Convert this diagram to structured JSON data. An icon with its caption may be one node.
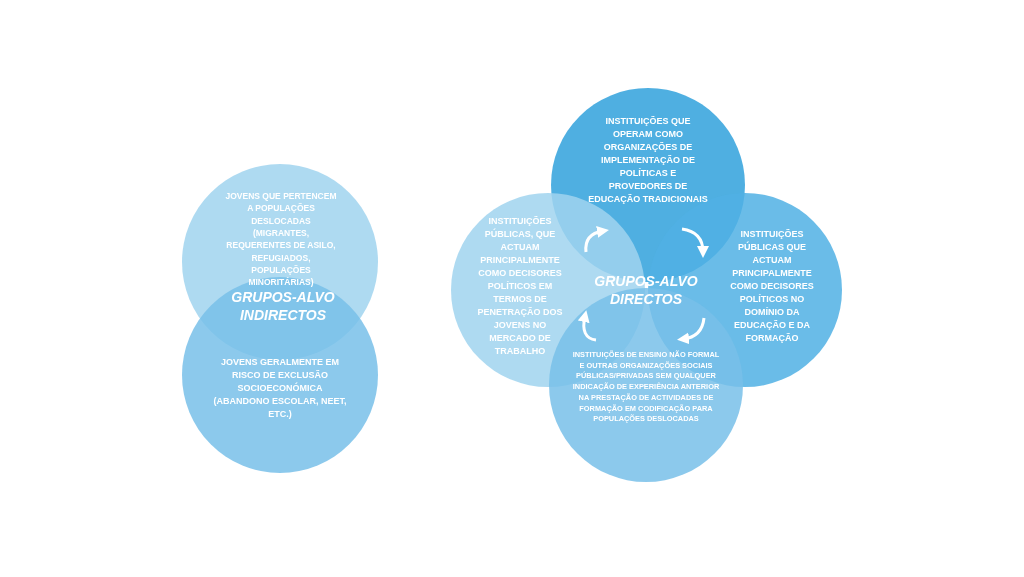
{
  "diagram": {
    "nodes": [
      {
        "text": [
          "JOVENS QUE PERTENCEM A POPULAÇÕES DESLOCADAS (MIGRANTES, REQUERENTES DE ASILO, REFUGIADOS, POPULAÇÕES MINORITÁRIAS)"
        ]
      },
      {
        "text": [
          "JOVENS GERALMENTE EM RISCO DE EXCLUSÃO SOCIOECONÓMICA (ABANDONO ESCOLAR, NEET, ETC.)"
        ]
      },
      {
        "text": [
          "INSTITUIÇÕES QUE OPERAM COMO ORGANIZAÇÕES DE IMPLEMENTAÇÃO DE POLÍTICAS E PROVEDORES DE EDUCAÇÃO TRADICIONAIS"
        ]
      },
      {
        "text": [
          "INSTITUIÇÕES PÚBLICAS, QUE ACTUAM PRINCIPALMENTE COMO DECISORES POLÍTICOS EM TERMOS DE PENETRAÇÃO DOS JOVENS NO MERCADO DE TRABALHO"
        ]
      },
      {
        "text": [
          "INSTITUIÇÕES PÚBLICAS QUE ACTUAM PRINCIPALMENTE COMO DECISORES POLÍTICOS NO DOMÍNIO DA EDUCAÇÃO E DA FORMAÇÃO"
        ]
      },
      {
        "text": [
          "INSTITUIÇÕES DE ENSINO NÃO FORMAL E OUTRAS ORGANIZAÇÕES SOCIAIS PÚBLICAS/PRIVADAS SEM QUALQUER INDICAÇÃO DE EXPERIÊNCIA ANTERIOR NA PRESTAÇÃO DE ACTIVIDADES DE FORMAÇÃO EM CODIFICAÇÃO PARA POPULAÇÕES DESLOCADAS"
        ]
      }
    ],
    "edges": [
      {
        "from": 3,
        "to": 2,
        "arrow": "to"
      },
      {
        "from": 2,
        "to": 4,
        "arrow": "to"
      },
      {
        "from": 4,
        "to": 5,
        "arrow": "to"
      },
      {
        "from": 5,
        "to": 3,
        "arrow": "to"
      }
    ],
    "labels": [
      "GRUPOS-ALVO INDIRECTOS",
      "GRUPOS-ALVO DIRECTOS"
    ]
  }
}
